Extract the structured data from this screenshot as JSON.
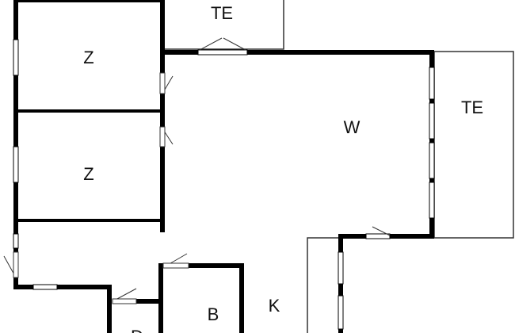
{
  "floor_plan": {
    "colors": {
      "background": "#ffffff",
      "wall": "#000000",
      "thin_line": "#333333",
      "label": "#111111",
      "window": "#ffffff"
    },
    "rooms": [
      {
        "id": "te-top",
        "label": "TE"
      },
      {
        "id": "z-upper",
        "label": "Z"
      },
      {
        "id": "z-lower",
        "label": "Z"
      },
      {
        "id": "w",
        "label": "W"
      },
      {
        "id": "te-right",
        "label": "TE"
      },
      {
        "id": "b",
        "label": "B"
      },
      {
        "id": "k",
        "label": "K"
      },
      {
        "id": "d",
        "label": "D"
      }
    ]
  }
}
